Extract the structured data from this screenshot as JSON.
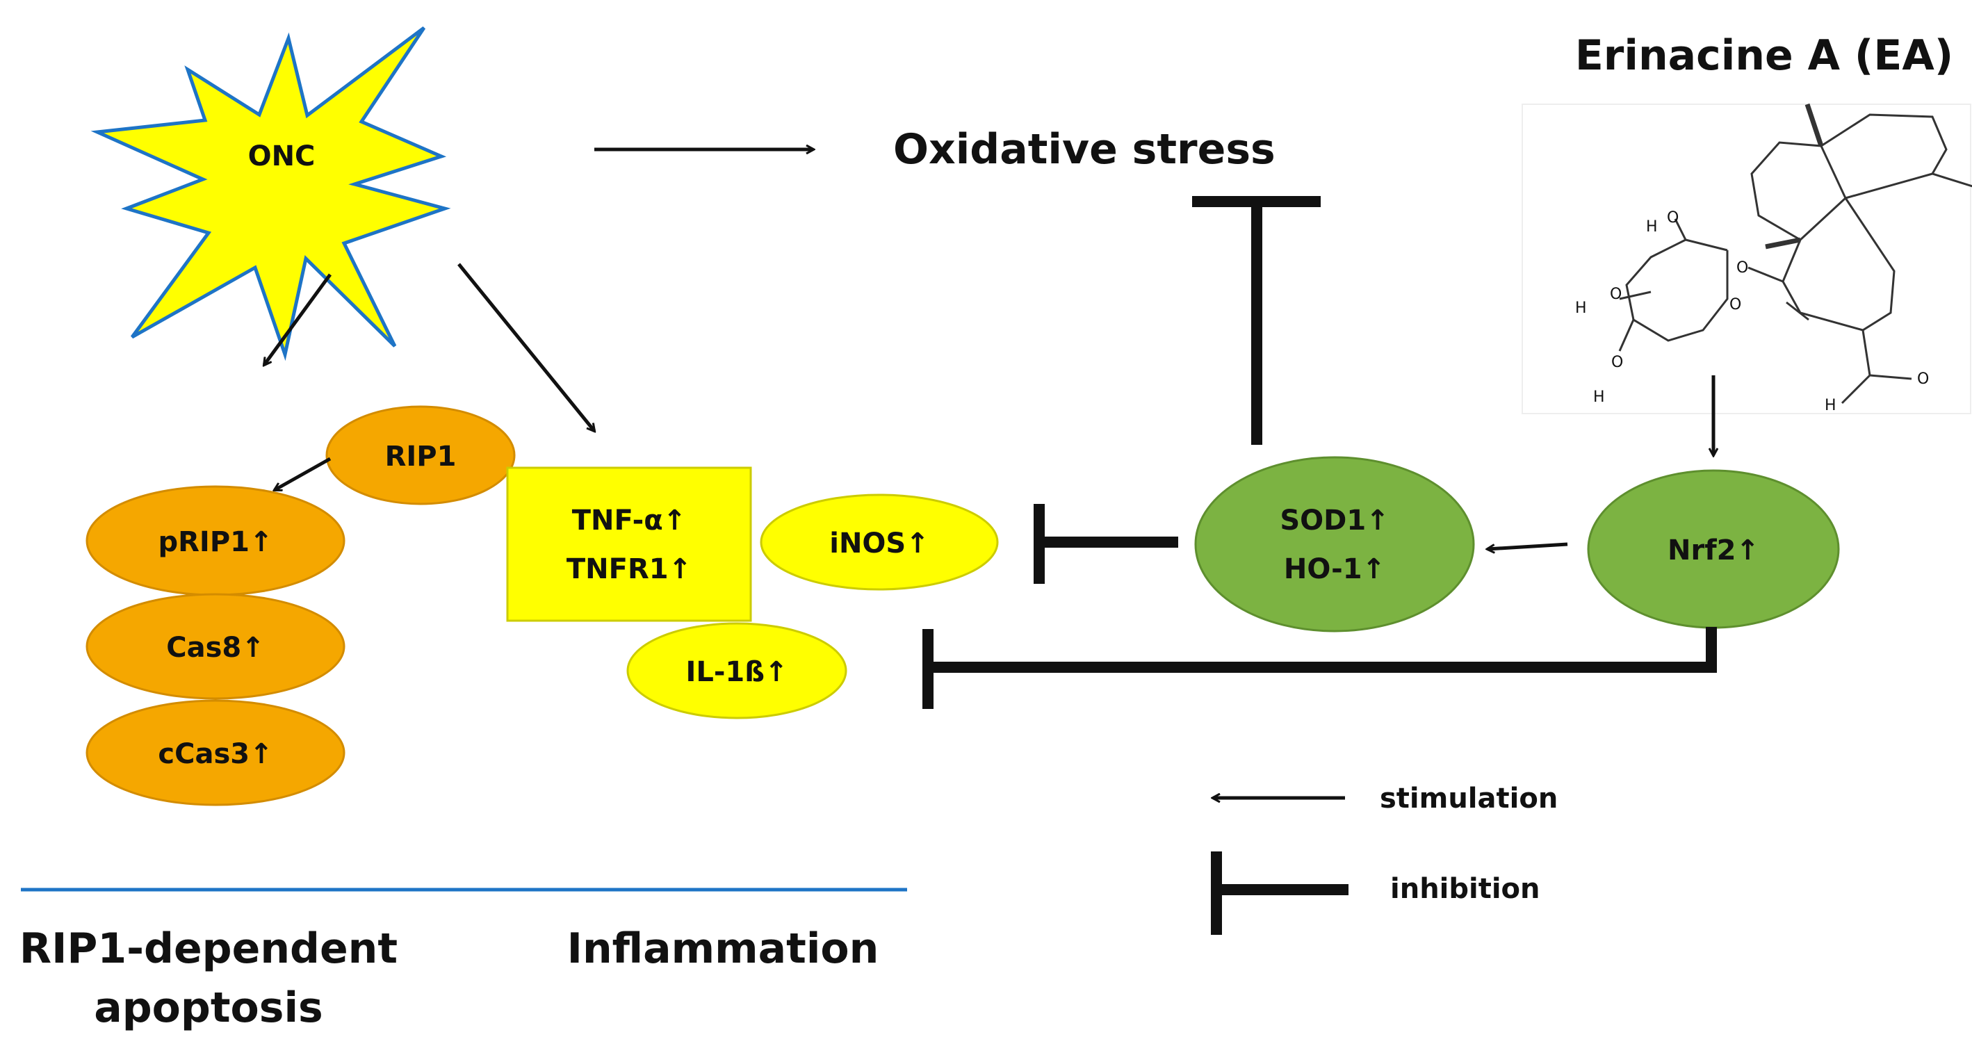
{
  "nodes": {
    "onc": "ONC",
    "oxidative_stress": "Oxidative stress",
    "erinacine_title": "Erinacine A (EA)",
    "rip1": "RIP1",
    "prip1": "pRIP1↑",
    "cas8": "Cas8↑",
    "ccas3": "cCas3↑",
    "tnf_alpha": "TNF-α↑",
    "tnfr1": "TNFR1↑",
    "inos": "iNOS↑",
    "il1b": "IL-1ß↑",
    "sod1": "SOD1↑",
    "ho1": "HO-1↑",
    "nrf2": "Nrf2↑"
  },
  "sections": {
    "rip1_line1": "RIP1-dependent",
    "rip1_line2": "apoptosis",
    "inflammation": "Inflammation"
  },
  "legend": {
    "stimulation": "stimulation",
    "inhibition": "inhibition"
  },
  "molecule": {
    "atoms": {
      "o": "O",
      "h": "H"
    }
  },
  "colors": {
    "onc_fill": "#ffff00",
    "onc_stroke": "#1e74c6",
    "orange": "#f5a700",
    "orange_stroke": "#d38c00",
    "yellow": "#ffff00",
    "green": "#7cb342",
    "green_stroke": "#5e8f2e",
    "divider": "#1e74c6",
    "oxygen": "#e53935",
    "hydrogen": "#6e8d8d"
  }
}
